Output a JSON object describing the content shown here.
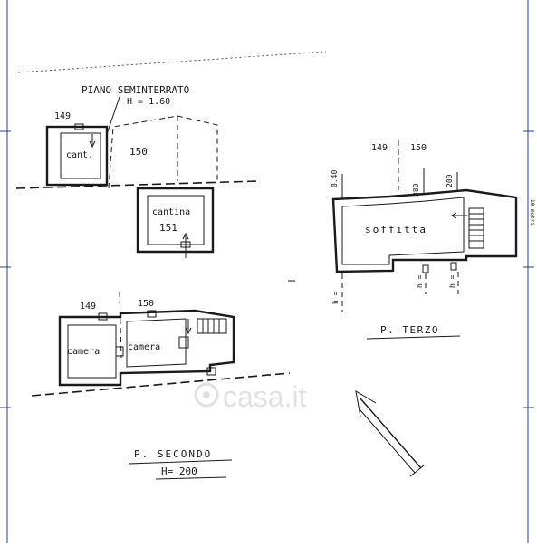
{
  "plans": {
    "basement": {
      "title": "PIANO SEMINTERRATO",
      "height": "H = 1.60",
      "parcel_left": "149",
      "parcel_right": "150",
      "room_cant": "cant.",
      "room_cantina": "cantina",
      "parcel_cantina": "151"
    },
    "third": {
      "parcel_left": "149",
      "parcel_right": "150",
      "dim_a": "0.40",
      "dim_b": "380",
      "dim_c": "200",
      "room": "soffitta",
      "h_a": "h =",
      "h_b": "h =",
      "h_c": "h =",
      "title": "P. TERZO"
    },
    "second": {
      "parcel_left": "149",
      "parcel_right": "150",
      "room_left": "camera",
      "room_right": "camera",
      "title": "P. SECONDO",
      "height": "H= 200"
    }
  },
  "margin": {
    "scale_label": "10 metri"
  },
  "watermark": {
    "text": "casa.it"
  },
  "colors": {
    "ink": "#1a1a1a",
    "frame": "#2a3f8f",
    "watermark": "#c9c9c9"
  }
}
